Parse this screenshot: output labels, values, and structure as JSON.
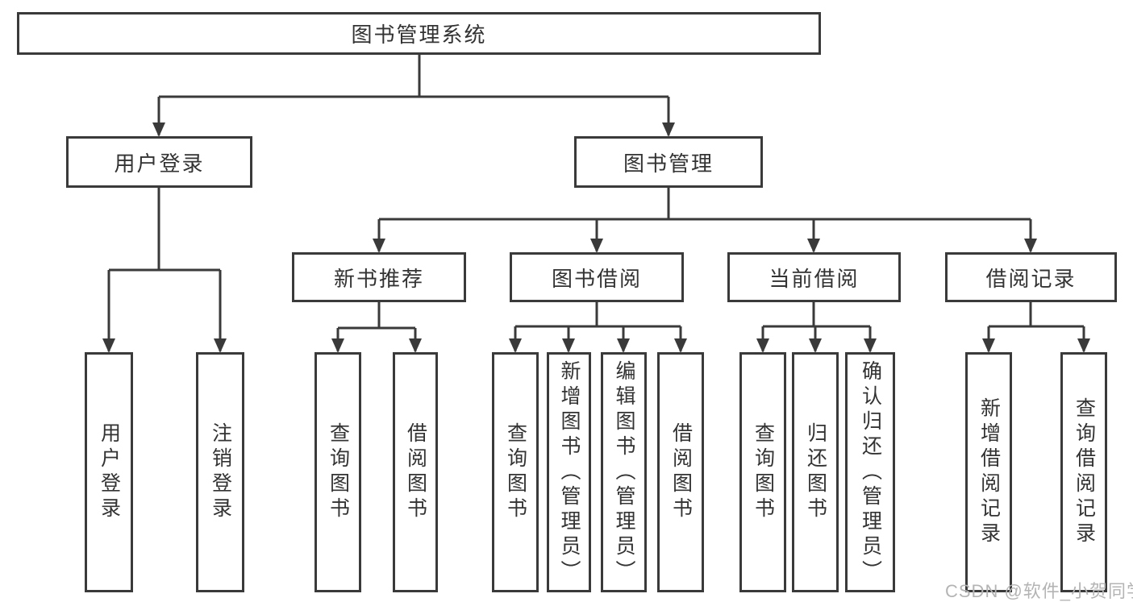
{
  "diagram": {
    "root": "图书管理系统",
    "level2": [
      "用户登录",
      "图书管理"
    ],
    "level3": [
      "新书推荐",
      "图书借阅",
      "当前借阅",
      "借阅记录"
    ],
    "leaves_login": [
      "用户登录",
      "注销登录"
    ],
    "leaves_recommend": [
      "查询图书",
      "借阅图书"
    ],
    "leaves_borrow": [
      "查询图书",
      "新增图书（管理员）",
      "编辑图书（管理员）",
      "借阅图书"
    ],
    "leaves_current": [
      "查询图书",
      "归还图书",
      "确认归还（管理员）"
    ],
    "leaves_records": [
      "新增借阅记录",
      "查询借阅记录"
    ]
  },
  "watermark": "CSDN @软件_小贺同学",
  "colors": {
    "line": "#3a3a3a",
    "text": "#333333",
    "watermark": "#b4b4b4",
    "background": "#ffffff"
  }
}
